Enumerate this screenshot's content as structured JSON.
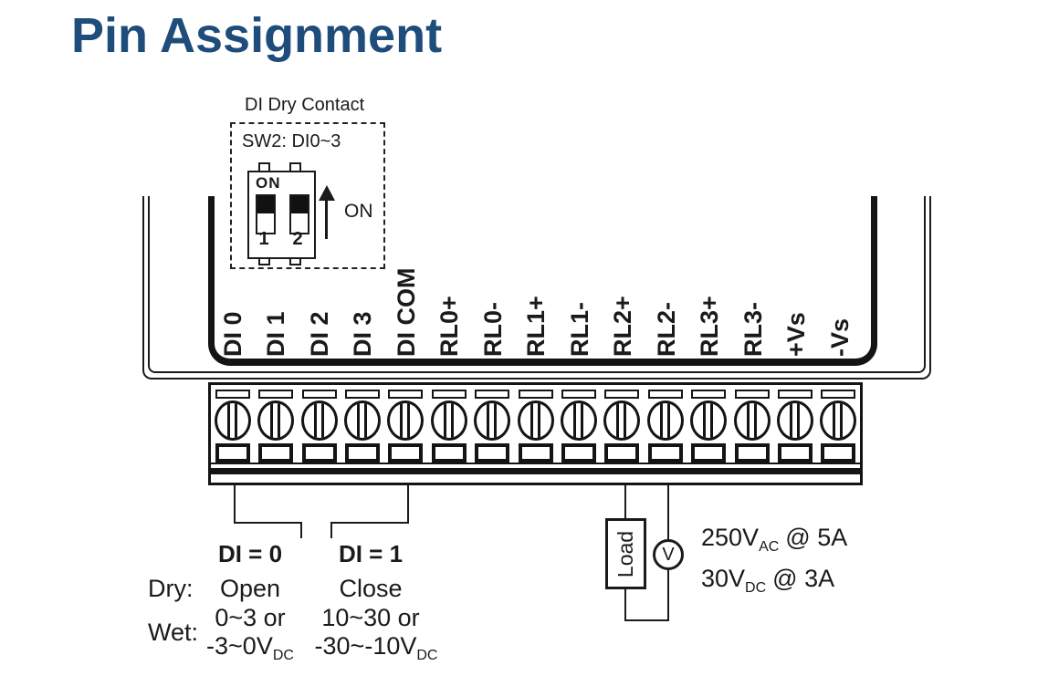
{
  "title": "Pin Assignment",
  "colors": {
    "title_blue": "#1e4d7b",
    "line_black": "#1a1a1a"
  },
  "dip_box": {
    "caption": "DI Dry Contact",
    "switch_label": "SW2: DI0~3",
    "dip_on_label": "ON",
    "arrow_on_label": "ON",
    "switch_numbers": [
      "1",
      "2"
    ]
  },
  "pins": [
    "DI 0",
    "DI 1",
    "DI 2",
    "DI 3",
    "DI COM",
    "RL0+",
    "RL0-",
    "RL1+",
    "RL1-",
    "RL2+",
    "RL2-",
    "RL3+",
    "RL3-",
    "+Vs",
    "-Vs"
  ],
  "states": {
    "di0_label": "DI = 0",
    "di1_label": "DI = 1",
    "dry_label": "Dry:",
    "wet_label": "Wet:",
    "di0_dry": "Open",
    "di1_dry": "Close",
    "di0_wet_line1": "0~3 or",
    "di0_wet_value": "-3~0V",
    "di0_wet_sub": "DC",
    "di1_wet_line1": "10~30 or",
    "di1_wet_value": "-30~-10V",
    "di1_wet_sub": "DC"
  },
  "load_circuit": {
    "load_label": "Load",
    "meter_label": "V",
    "ratings": [
      {
        "volts": "250V",
        "sub": "AC",
        "amps": "@ 5A"
      },
      {
        "volts": "30V",
        "sub": "DC",
        "amps": "@ 3A"
      }
    ]
  }
}
